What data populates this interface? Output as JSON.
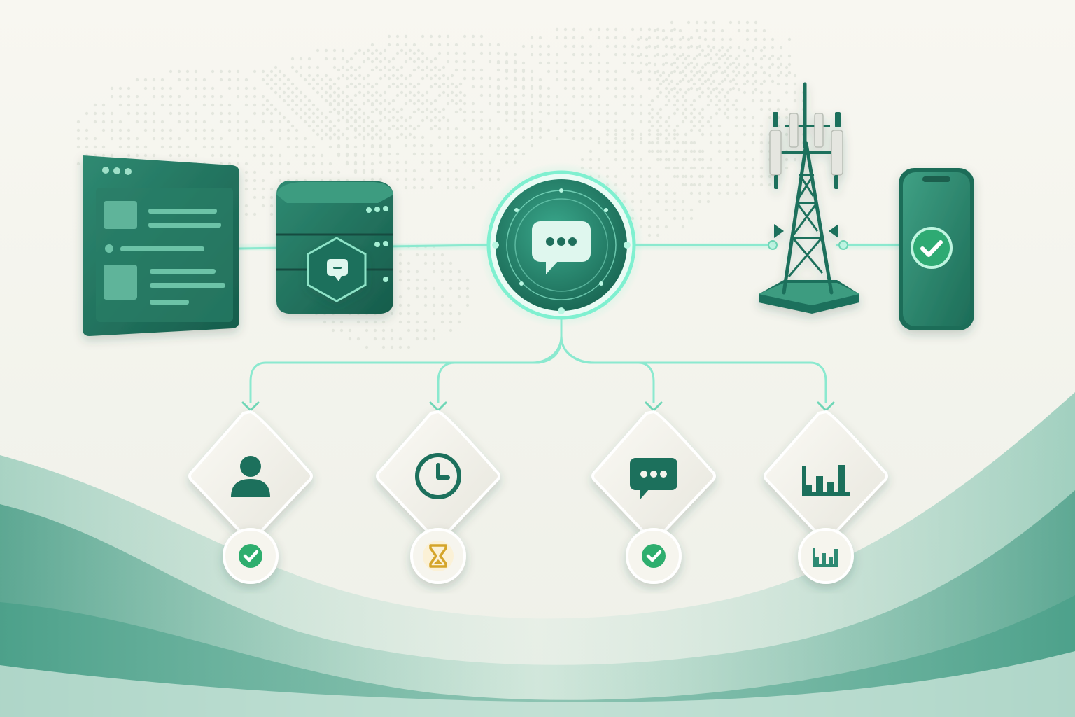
{
  "colors": {
    "background": "#f7f6ef",
    "primary_dark": "#1f6f5c",
    "primary": "#2e8a73",
    "accent_glow": "#6fe3c4",
    "success": "#2fae6e",
    "pending": "#d5a52a",
    "card": "#f4f3ec",
    "wave": "#2f8f77"
  },
  "nodes": [
    {
      "id": "web-app",
      "icon": "browser-window-icon"
    },
    {
      "id": "server",
      "icon": "server-stack-icon",
      "badge": "shield-message-icon"
    },
    {
      "id": "hub",
      "icon": "chat-bubble-icon"
    },
    {
      "id": "tower",
      "icon": "cell-tower-icon"
    },
    {
      "id": "phone",
      "icon": "smartphone-icon",
      "badge": "check-icon"
    }
  ],
  "outcomes": [
    {
      "icon": "user-icon",
      "status_icon": "check-icon",
      "status": "success"
    },
    {
      "icon": "clock-icon",
      "status_icon": "hourglass-icon",
      "status": "pending"
    },
    {
      "icon": "chat-bubble-icon",
      "status_icon": "check-icon",
      "status": "success"
    },
    {
      "icon": "bar-chart-icon",
      "status_icon": "bar-chart-icon",
      "status": "report"
    }
  ]
}
